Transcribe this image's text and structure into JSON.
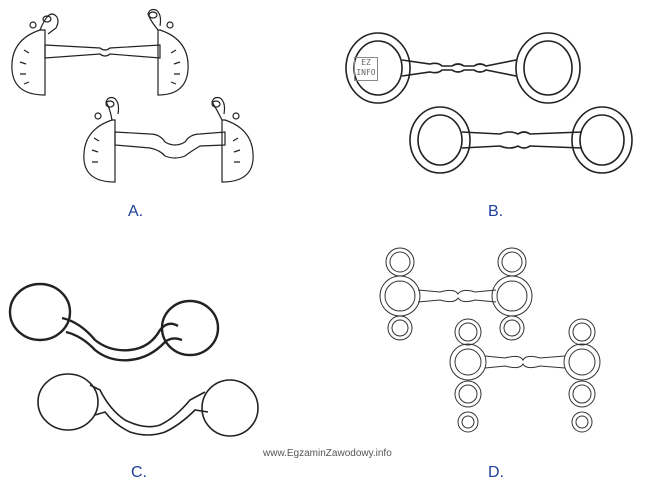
{
  "options": [
    {
      "label": "A.",
      "icon": "kimblewick-bit-icon"
    },
    {
      "label": "B.",
      "icon": "eggbutt-snaffle-bit-icon"
    },
    {
      "label": "C.",
      "icon": "loose-ring-ported-bit-icon"
    },
    {
      "label": "D.",
      "icon": "dutch-gag-bit-icon"
    }
  ],
  "logo_text": "EZ INFO",
  "watermark": "www.EgzaminZawodowy.info",
  "colors": {
    "label": "#1f3f9a",
    "drawing": "#222222",
    "watermark": "#555555"
  }
}
